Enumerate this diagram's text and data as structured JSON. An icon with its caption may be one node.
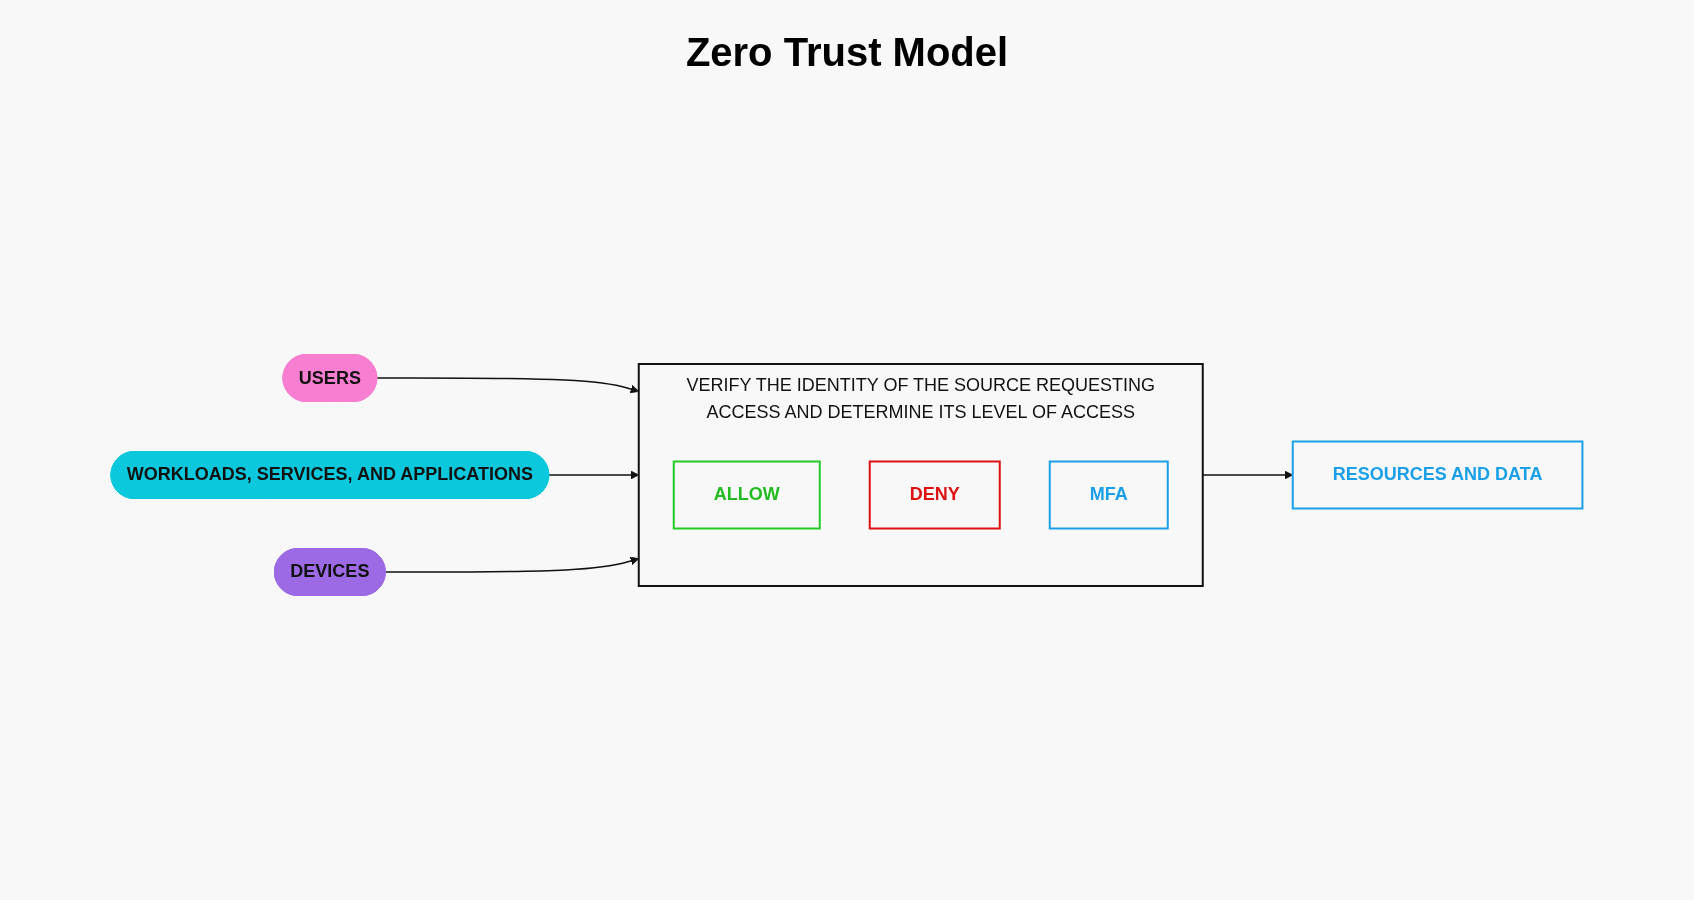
{
  "diagram": {
    "title": "Zero Trust Model",
    "nodes": [
      {
        "text": [
          "USERS"
        ]
      },
      {
        "text": [
          "WORKLOADS, SERVICES, AND APPLICATIONS"
        ]
      },
      {
        "text": [
          "DEVICES"
        ]
      },
      {
        "text": [
          "VERIFY THE IDENTITY OF THE SOURCE REQUESTING ACCESS AND DETERMINE ITS LEVEL OF ACCESS"
        ]
      },
      {
        "text": [
          "ALLOW"
        ],
        "in": 3
      },
      {
        "text": [
          "DENY"
        ],
        "in": 3
      },
      {
        "text": [
          "MFA"
        ],
        "in": 3
      },
      {
        "text": [
          "RESOURCES AND DATA"
        ]
      }
    ],
    "edges": [
      {
        "from": 0,
        "to": 3,
        "arrow": "to"
      },
      {
        "from": 1,
        "to": 3,
        "arrow": "to"
      },
      {
        "from": 2,
        "to": 3,
        "arrow": "to"
      },
      {
        "from": 3,
        "to": 7,
        "arrow": "to"
      }
    ]
  }
}
